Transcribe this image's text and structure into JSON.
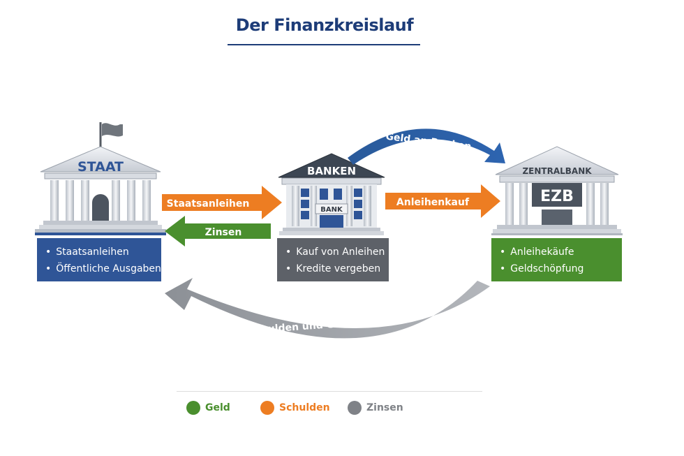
{
  "title": "Der Finanzkreislauf",
  "colors": {
    "navy": "#1d3c78",
    "blue": "#2f5597",
    "orange": "#ed7d22",
    "green": "#4a8f2e",
    "gray": "#7f8287"
  },
  "staat": {
    "label": "STAAT",
    "items": [
      "Staatsanleihen",
      "Öffentliche Ausgaben"
    ]
  },
  "banken": {
    "label": "BANKEN",
    "sign": "BANK",
    "items": [
      "Kauf von Anleihen",
      "Kredite vergeben"
    ]
  },
  "zentralbank": {
    "label": "ZENTRALBANK",
    "sign": "EZB",
    "items": [
      "Anleihekäufe",
      "Geldschöpfung"
    ]
  },
  "arrows": {
    "staatsanleihen": "Staatsanleihen",
    "zinsen": "Zinsen",
    "anleihenkauf": "Anleihenkauf",
    "geld_an_banken": "Geld an Banken",
    "schulden_geldkreislauf": "Schulden und Geldkreislauf"
  },
  "legend": [
    {
      "label": "Geld",
      "color": "#4a8f2e"
    },
    {
      "label": "Schulden",
      "color": "#ed7d22"
    },
    {
      "label": "Zinsen",
      "color": "#7f8287"
    }
  ]
}
